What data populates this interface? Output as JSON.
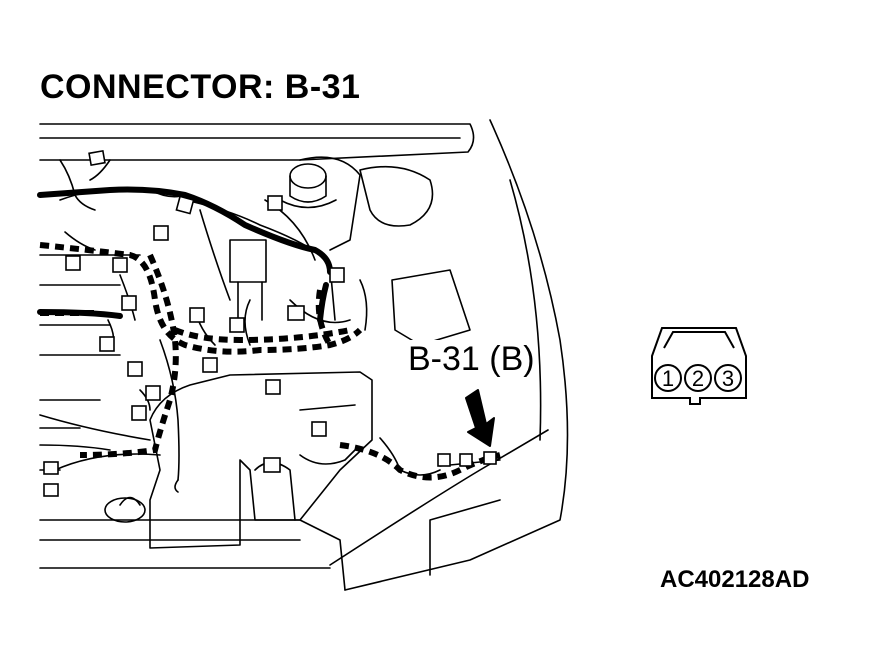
{
  "diagram": {
    "title": "CONNECTOR: B-31",
    "callout": "B-31 (B)",
    "figure_code": "AC402128AD",
    "connector_pins": [
      "1",
      "2",
      "3"
    ],
    "arrow_icon": "down-right-arrow-icon"
  }
}
